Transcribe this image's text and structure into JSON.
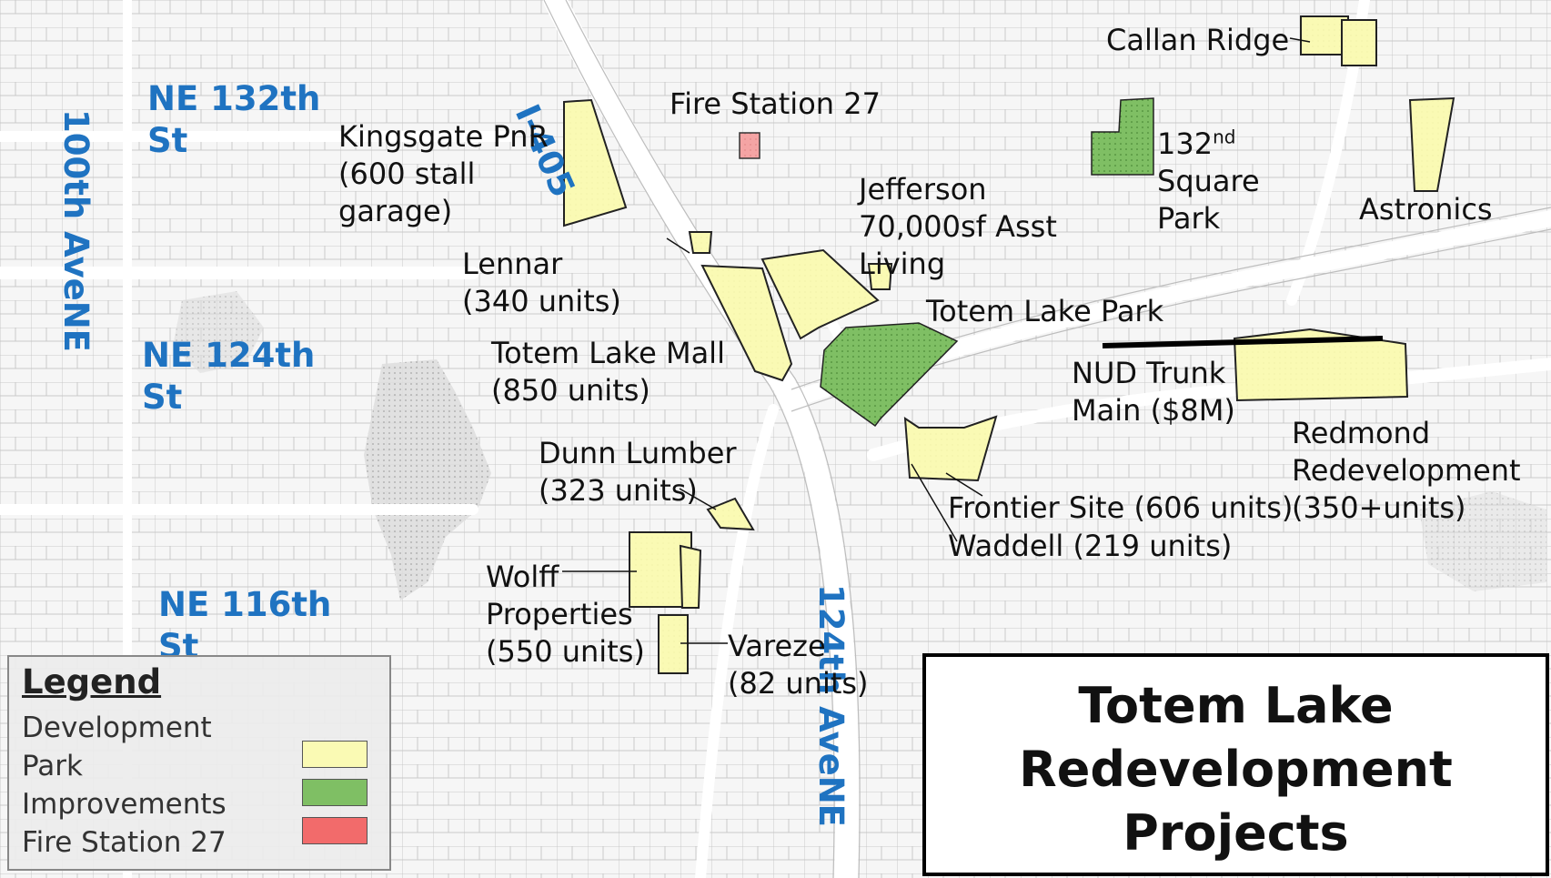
{
  "colors": {
    "development": "#fafab4",
    "park": "#7fbf64",
    "fire_station": "#f4a4a4",
    "road_label": "#1f73c1"
  },
  "roads": {
    "ne132": [
      "NE 132th",
      "St"
    ],
    "ne124": [
      "NE 124th",
      "St"
    ],
    "ne116": [
      "NE 116th",
      "St"
    ],
    "ave100": [
      "NE",
      "100th Ave"
    ],
    "ave124": [
      "NE",
      "124th Ave"
    ],
    "i405": "I-405"
  },
  "labels": {
    "callan_ridge": "Callan Ridge",
    "fire_station": "Fire Station 27",
    "kingsgate": [
      "Kingsgate PnR",
      "(600 stall",
      "garage)"
    ],
    "jefferson": [
      "Jefferson",
      "70,000sf Asst",
      "Living"
    ],
    "square_park": {
      "l1_base": "132",
      "l1_sup": "nd",
      "l2": "Square",
      "l3": "Park"
    },
    "astronics": "Astronics",
    "lennar": [
      "Lennar",
      "(340 units)"
    ],
    "totem_lake_park": "Totem Lake Park",
    "totem_lake_mall": [
      "Totem Lake Mall",
      "(850 units)"
    ],
    "nud": [
      "NUD Trunk",
      "Main ($8M)"
    ],
    "redmond": [
      "Redmond",
      "Redevelopment",
      "(350+units)"
    ],
    "dunn": [
      "Dunn Lumber",
      "(323 units)"
    ],
    "frontier": "Frontier Site (606 units)",
    "waddell": "Waddell (219 units)",
    "wolff": [
      "Wolff",
      "Properties",
      "(550 units)"
    ],
    "vareze": [
      "Vareze",
      "(82 units)"
    ]
  },
  "legend": {
    "title": "Legend",
    "items": [
      "Development",
      "Park",
      "Improvements",
      "Fire Station 27"
    ]
  },
  "title": [
    "Totem Lake",
    "Redevelopment",
    "Projects"
  ]
}
